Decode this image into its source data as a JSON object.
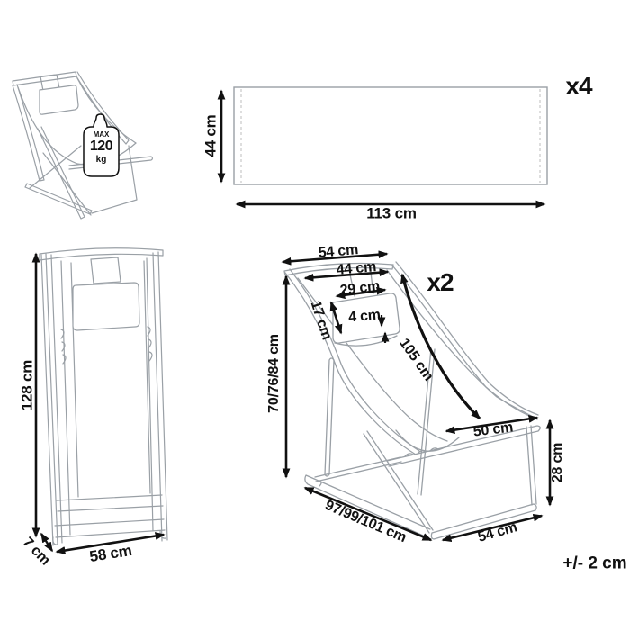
{
  "product_diagram": {
    "colors": {
      "line_art": "#9aa0a6",
      "dimension": "#111111"
    },
    "sketch": {
      "badge": {
        "label": "MAX",
        "value": "120",
        "unit": "kg"
      }
    },
    "fabric_panel": {
      "quantity": "x4",
      "height": "44 cm",
      "width": "113 cm"
    },
    "folded_view": {
      "height": "128 cm",
      "depth": "7 cm",
      "width": "58 cm"
    },
    "open_view": {
      "quantity": "x2",
      "frame_top_width": "54 cm",
      "fabric_width": "44 cm",
      "pillow_width": "29 cm",
      "pillow_height": "17 cm",
      "pillow_thickness": "4 cm",
      "sling_length": "105 cm",
      "height_options": "70/76/84 cm",
      "seat_front_width": "50 cm",
      "seat_height": "28 cm",
      "depth_options": "97/99/101 cm",
      "base_width": "54 cm"
    },
    "tolerance": "+/- 2 cm"
  }
}
